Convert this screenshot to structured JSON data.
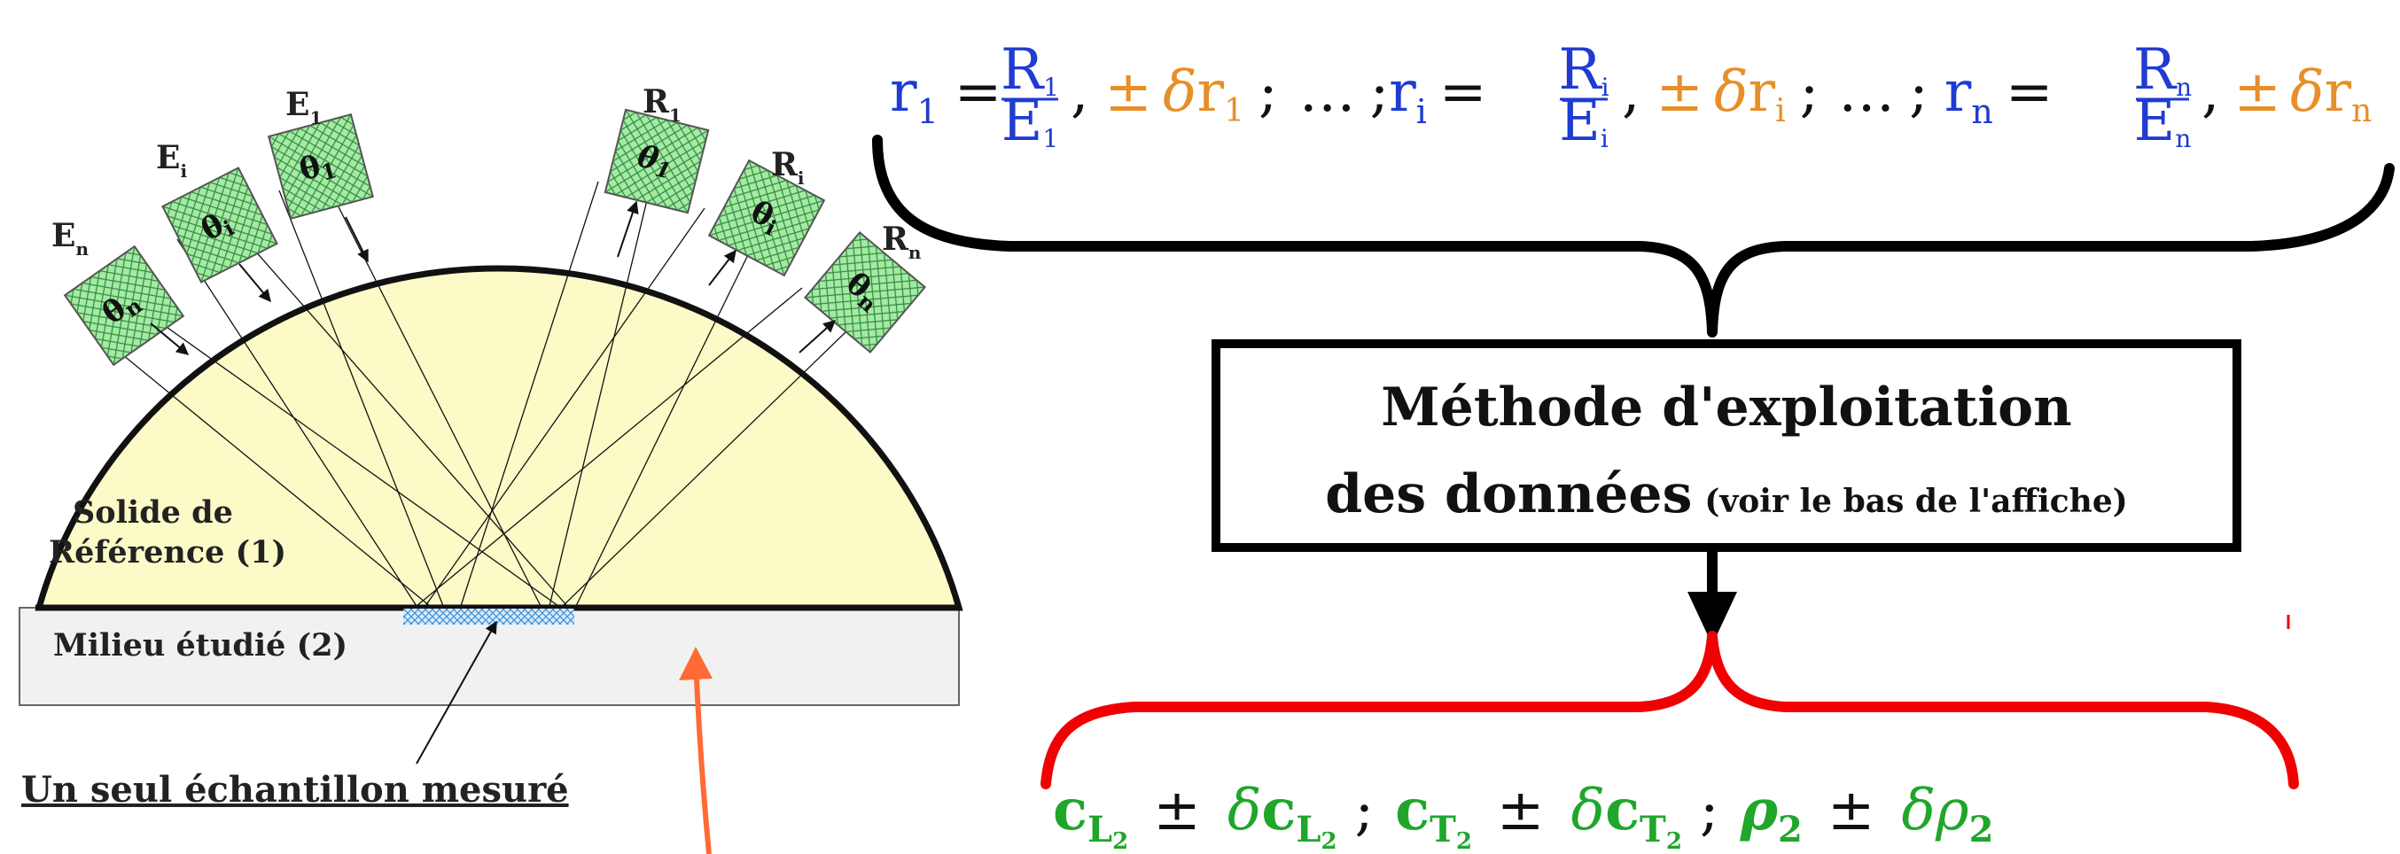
{
  "diagram": {
    "emitters": [
      {
        "letter": "E",
        "sub": "1",
        "angle": "θ",
        "angle_sub": "1"
      },
      {
        "letter": "E",
        "sub": "i",
        "angle": "θ",
        "angle_sub": "i"
      },
      {
        "letter": "E",
        "sub": "n",
        "angle": "θ",
        "angle_sub": "n"
      }
    ],
    "receivers": [
      {
        "letter": "R",
        "sub": "1",
        "angle": "θ",
        "angle_sub": "1"
      },
      {
        "letter": "R",
        "sub": "i",
        "angle": "θ",
        "angle_sub": "i"
      },
      {
        "letter": "R",
        "sub": "n",
        "angle": "θ",
        "angle_sub": "n"
      }
    ],
    "solid_label_line1": "Solide de",
    "solid_label_line2": "Référence (1)",
    "medium_label": "Milieu étudié (2)",
    "sample_label": "Un seul échantillon mesuré"
  },
  "formula_top": {
    "r": "r",
    "eq": "=",
    "R": "R",
    "E": "E",
    "pm": "±",
    "delta": "δ",
    "sep": ";",
    "dots": "…",
    "comma": ",",
    "sub1": "1",
    "subi": "i",
    "subn": "n"
  },
  "method_box": {
    "line1": "Méthode d'exploitation",
    "line2_main": "des données",
    "line2_paren": "(voir le bas de l'affiche)"
  },
  "formula_bottom": {
    "c": "c",
    "L": "L",
    "T": "T",
    "two": "2",
    "pm": "±",
    "delta": "δ",
    "rho": "ρ",
    "sep": ";"
  },
  "colors": {
    "solid_fill": "#fcfbc8",
    "medium_fill": "#f1f1f1",
    "transducer": "#9be29b",
    "blue": "#1f3bd1",
    "orange": "#e78f28",
    "green": "#1fa62b",
    "red": "#f00000",
    "arrow_orange": "#ff6a35"
  }
}
